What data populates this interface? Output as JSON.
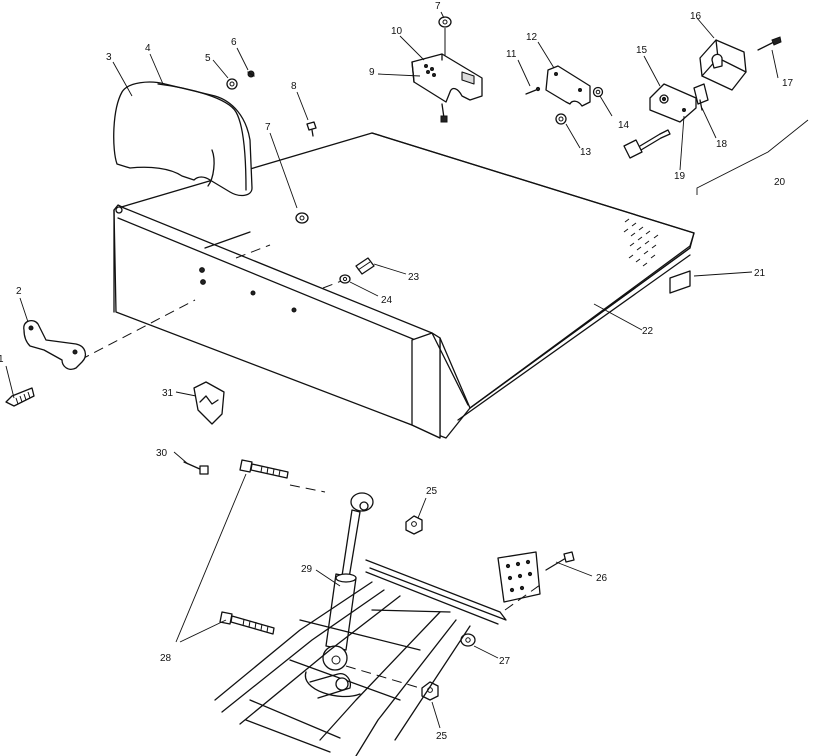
{
  "callouts": {
    "c1": "1",
    "c2": "2",
    "c3": "3",
    "c4": "4",
    "c5": "5",
    "c6": "6",
    "c7a": "7",
    "c7b": "7",
    "c8": "8",
    "c9": "9",
    "c10": "10",
    "c11": "11",
    "c12": "12",
    "c13": "13",
    "c14": "14",
    "c15": "15",
    "c16": "16",
    "c17": "17",
    "c18": "18",
    "c19": "19",
    "c20": "20",
    "c21": "21",
    "c22": "22",
    "c23": "23",
    "c24": "24",
    "c25a": "25",
    "c25b": "25",
    "c26": "26",
    "c27": "27",
    "c28": "28",
    "c29": "29",
    "c30": "30",
    "c31": "31"
  }
}
